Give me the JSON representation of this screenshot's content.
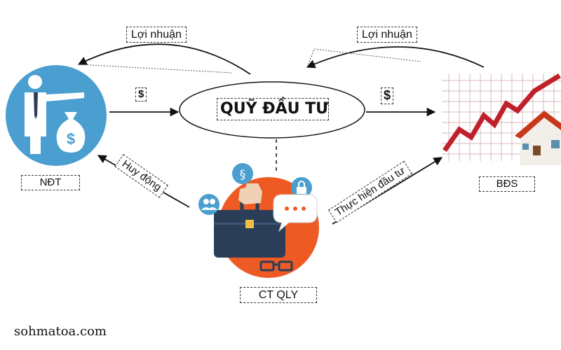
{
  "nodes": {
    "investor": {
      "label": "NĐT"
    },
    "real_estate": {
      "label": "BĐS"
    },
    "management_company": {
      "label": "CT QLY"
    },
    "fund": {
      "label": "QUỸ ĐẦU TƯ"
    }
  },
  "edges": {
    "profit_to_investor": {
      "label": "Lợi nhuận"
    },
    "profit_to_fund": {
      "label": "Lợi nhuận"
    },
    "investor_to_fund": {
      "label": "$"
    },
    "fund_to_real_estate": {
      "label": "$"
    },
    "mobilize": {
      "label": "Huy động"
    },
    "execute_investment": {
      "label": "Thực hiện đầu tư"
    }
  },
  "footer": {
    "site": "sohmatoa.com"
  },
  "colors": {
    "accent_blue": "#4a9fd0",
    "accent_orange": "#ee5a24",
    "chart_red": "#c0202a",
    "briefcase": "#2a3e58",
    "house_roof": "#c8361b"
  }
}
